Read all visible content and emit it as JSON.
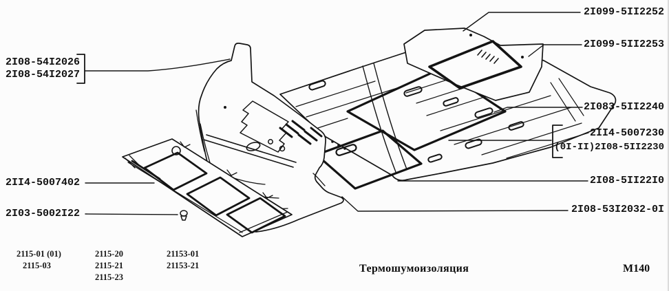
{
  "header": {
    "title": "Термошумоизоляция",
    "sheet_code": "M140"
  },
  "callouts": {
    "left": [
      {
        "label": "2I08-54I2026"
      },
      {
        "label": "2I08-54I2027"
      },
      {
        "label": "2II4-5007402"
      },
      {
        "label": "2I03-5002I22"
      }
    ],
    "right": [
      {
        "label": "2I099-5II2252"
      },
      {
        "label": "2I099-5II2253"
      },
      {
        "label": "2I083-5II2240"
      },
      {
        "label": "2II4-5007230"
      },
      {
        "label": "(0I-II)2I08-5II2230"
      },
      {
        "label": "2I08-5II22I0"
      },
      {
        "label": "2I08-53I2032-0I"
      }
    ]
  },
  "applicability_table": {
    "columns": [
      {
        "rows": [
          "2115-01 (01)",
          "2115-03"
        ]
      },
      {
        "rows": [
          "2115-20",
          "2115-21",
          "2115-23"
        ]
      },
      {
        "rows": [
          "21153-01",
          "21153-21"
        ]
      }
    ]
  },
  "colors": {
    "ink": "#141414",
    "paper": "#fcfcfc"
  }
}
